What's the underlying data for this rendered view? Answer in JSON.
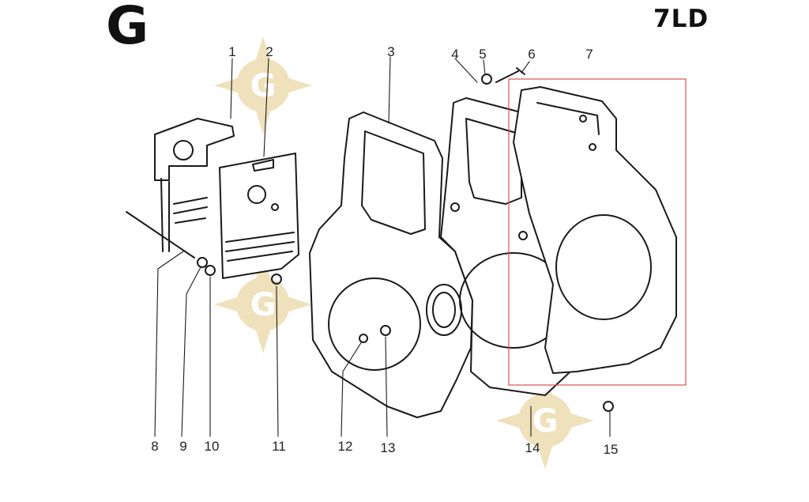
{
  "section_letter": "G",
  "model_code": "7LD",
  "callouts": [
    "1",
    "2",
    "3",
    "4",
    "5",
    "6",
    "7",
    "8",
    "9",
    "10",
    "11",
    "12",
    "13",
    "14",
    "15"
  ],
  "highlight_color": "#d9534f",
  "watermark_color": "#e8d7a8",
  "watermark_icon": "g-compass-watermark"
}
